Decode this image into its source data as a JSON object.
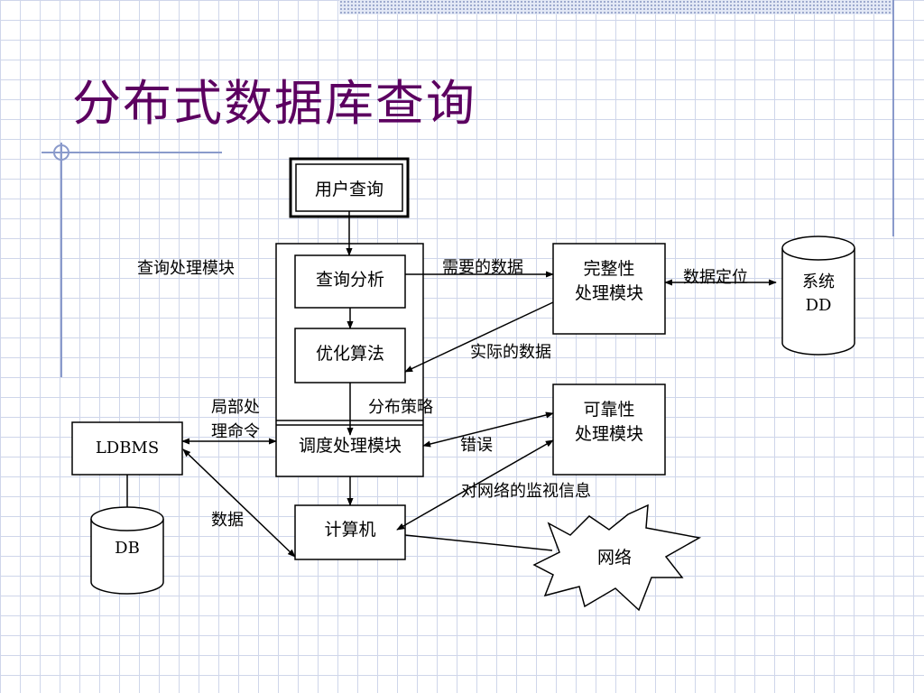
{
  "title": "分布式数据库查询",
  "nodes": {
    "user_query": "用户查询",
    "query_analysis": "查询分析",
    "optimize": "优化算法",
    "schedule": "调度处理模块",
    "computer": "计算机",
    "integrity_l1": "完整性",
    "integrity_l2": "处理模块",
    "reliability_l1": "可靠性",
    "reliability_l2": "处理模块",
    "ldbms": "LDBMS",
    "db": "DB",
    "dd_l1": "系统",
    "dd_l2": "DD",
    "network": "网络"
  },
  "labels": {
    "query_module": "查询处理模块",
    "needed_data": "需要的数据",
    "data_locate": "数据定位",
    "actual_data": "实际的数据",
    "local_cmd_l1": "局部处",
    "local_cmd_l2": "理命令",
    "dist_strategy": "分布策略",
    "error": "错误",
    "monitor": "对网络的监视信息",
    "data": "数据"
  }
}
